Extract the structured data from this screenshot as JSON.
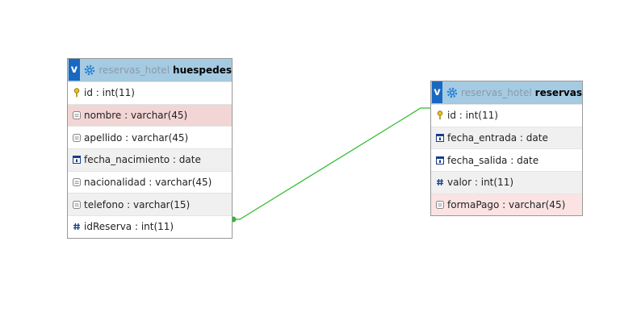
{
  "colors": {
    "link_line": "#2dbb2d",
    "header_bg": "#a5cbe3",
    "toggle_bg": "#1968c2",
    "highlight_row": "#f2d5d5"
  },
  "tables": {
    "huespedes": {
      "toggle": "v",
      "db_name": "reservas_hotel",
      "table_name": "huespedes",
      "columns": [
        {
          "label": "id : int(11)",
          "icon": "key-icon"
        },
        {
          "label": "nombre : varchar(45)",
          "icon": "text-column-icon"
        },
        {
          "label": "apellido : varchar(45)",
          "icon": "text-column-icon"
        },
        {
          "label": "fecha_nacimiento : date",
          "icon": "date-column-icon"
        },
        {
          "label": "nacionalidad : varchar(45)",
          "icon": "text-column-icon"
        },
        {
          "label": "telefono : varchar(15)",
          "icon": "text-column-icon"
        },
        {
          "label": "idReserva : int(11)",
          "icon": "number-column-icon"
        }
      ]
    },
    "reservas": {
      "toggle": "v",
      "db_name": "reservas_hotel",
      "table_name": "reservas",
      "columns": [
        {
          "label": "id : int(11)",
          "icon": "key-icon"
        },
        {
          "label": "fecha_entrada : date",
          "icon": "date-column-icon"
        },
        {
          "label": "fecha_salida : date",
          "icon": "date-column-icon"
        },
        {
          "label": "valor : int(11)",
          "icon": "number-column-icon"
        },
        {
          "label": "formaPago : varchar(45)",
          "icon": "text-column-icon"
        }
      ]
    }
  }
}
